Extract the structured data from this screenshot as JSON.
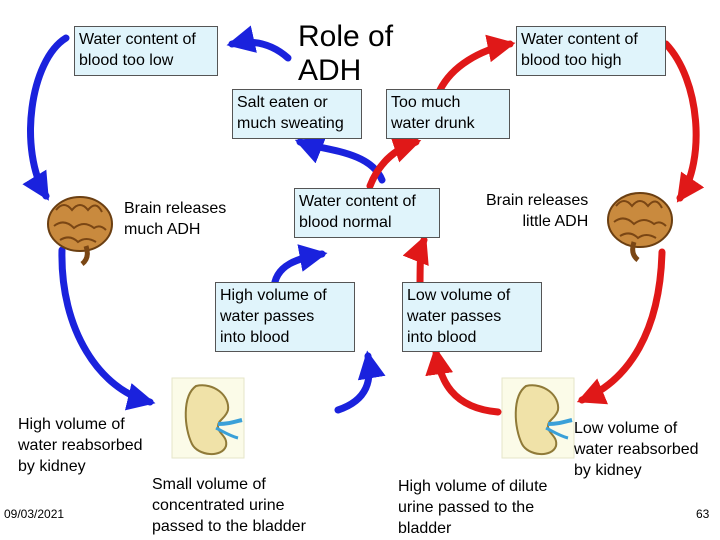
{
  "title": "Role of\nADH",
  "boxes": {
    "too_low": "Water content of\nblood too low",
    "too_high": "Water content of\nblood too high",
    "salt": "Salt eaten or\nmuch sweating",
    "drunk": "Too much\nwater drunk",
    "normal": "Water content of\nblood normal",
    "high_volume_blood": "High volume of\nwater passes\ninto blood",
    "low_volume_blood": "Low volume of\nwater passes\ninto blood"
  },
  "labels": {
    "much_adh": "Brain releases\nmuch ADH",
    "little_adh": "Brain releases\nlittle ADH",
    "high_reabsorbed": "High volume of\nwater reabsorbed\nby kidney",
    "low_reabsorbed": "Low volume of\nwater reabsorbed\nby kidney",
    "concentrated_urine": "Small volume of\nconcentrated urine\npassed to the bladder",
    "dilute_urine": "High volume of dilute\nurine passed to the\nbladder"
  },
  "footer": {
    "date": "09/03/2021",
    "page": "63"
  },
  "colors": {
    "blue_arrow": "#1a22dd",
    "red_arrow": "#e01818",
    "box_fill": "#e0f4fb"
  }
}
